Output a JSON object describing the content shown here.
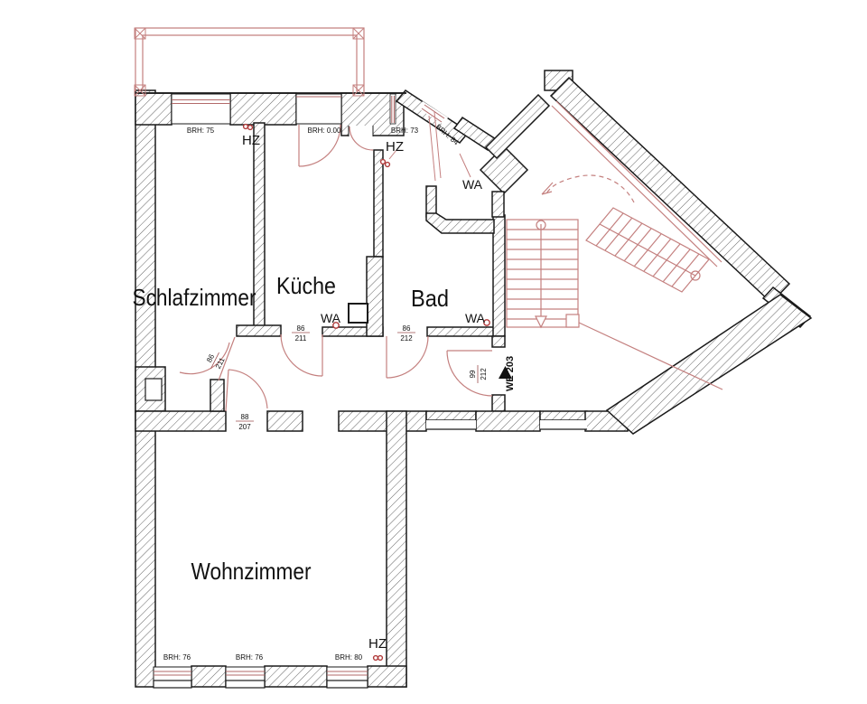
{
  "plan": {
    "rooms": {
      "bedroom": "Schlafzimmer",
      "kitchen": "Küche",
      "bath": "Bad",
      "living": "Wohnzimmer"
    },
    "unit": {
      "label": "WE 203"
    },
    "sills": {
      "s1": "BRH: 75",
      "s2": "BRH: 0.00",
      "s3": "BRH: 73",
      "s4": "BRH: 84",
      "s5": "BRH: 76",
      "s6": "BRH: 76",
      "s7": "BRH: 80"
    },
    "radiators": {
      "r1": "HZ",
      "r2": "HZ",
      "r3": "HZ"
    },
    "water": {
      "w1": "WA",
      "w2": "WA",
      "w3": "WA"
    },
    "dims": {
      "d1": {
        "num": "86",
        "den": "211"
      },
      "d2": {
        "num": "86",
        "den": "211"
      },
      "d3": {
        "num": "86",
        "den": "212"
      },
      "d4": {
        "num": "88",
        "den": "207"
      },
      "d5": {
        "num": "99",
        "den": "212"
      }
    },
    "colors": {
      "wall_line": "#1a1a1a",
      "hatch_line": "#3c3c3c",
      "annotation_red": "#c4807f",
      "dimension_red": "#9c4f4f",
      "marker_red": "#b03a3a"
    }
  }
}
